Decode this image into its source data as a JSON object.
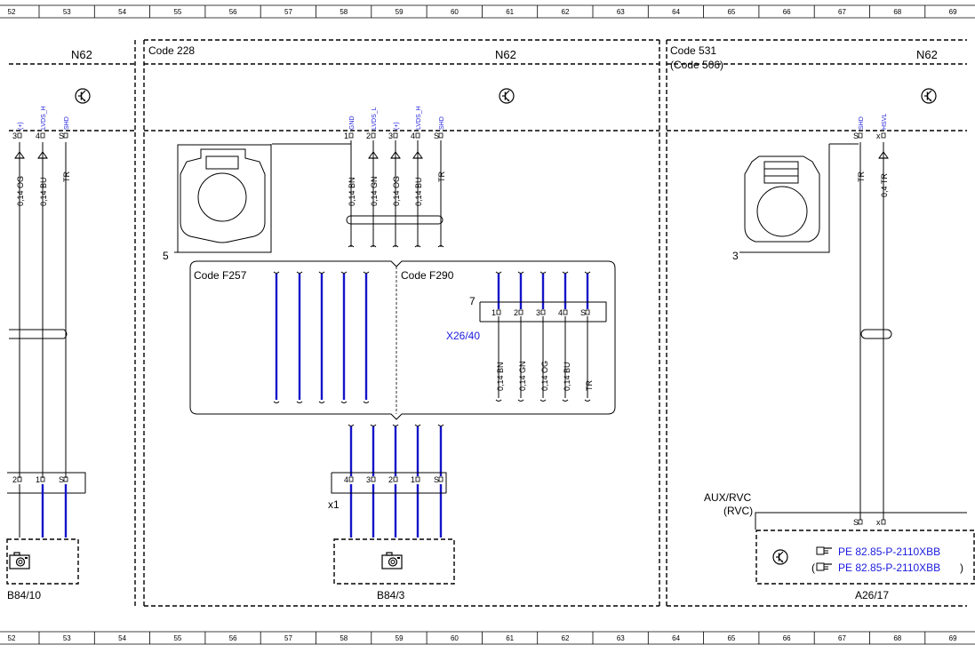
{
  "ruler": {
    "top_numbers": [
      "52",
      "53",
      "54",
      "55",
      "56",
      "57",
      "58",
      "59",
      "60",
      "61",
      "62",
      "63",
      "64",
      "65",
      "66",
      "67",
      "68",
      "69"
    ],
    "bottom_numbers": [
      "52",
      "53",
      "54",
      "55",
      "56",
      "57",
      "58",
      "59",
      "60",
      "61",
      "62",
      "63",
      "64",
      "65",
      "66",
      "67",
      "68",
      "69"
    ]
  },
  "sections": {
    "left": {
      "module": "N62",
      "component": "B84/10",
      "pins": [
        "3",
        "4",
        "S"
      ],
      "signals": [
        "(+)",
        "LVDS_H",
        "SHD"
      ],
      "wires": [
        "0,14 OG",
        "0,14 BU",
        "TR"
      ],
      "bottom_pins": [
        "2",
        "1",
        "S"
      ]
    },
    "middle": {
      "code": "Code 228",
      "module": "N62",
      "connector_number": "5",
      "pins": [
        "1",
        "2",
        "3",
        "4",
        "S"
      ],
      "signals": [
        "GND",
        "LVDS_L",
        "(+)",
        "LVDS_H",
        "SHD"
      ],
      "wires": [
        "0,14 BN",
        "0,14 GN",
        "0,14 OG",
        "0,14 BU",
        "TR"
      ],
      "code_left": "Code F257",
      "code_right": "Code F290",
      "x26_number": "7",
      "x26_label": "X26/40",
      "x26_pins": [
        "1",
        "2",
        "3",
        "4",
        "S"
      ],
      "x26_wires": [
        "0,14 BN",
        "0,14 GN",
        "0,14 OG",
        "0,14 BU",
        "TR"
      ],
      "x1_pins": [
        "4",
        "3",
        "2",
        "1",
        "S"
      ],
      "x1_label": "x1",
      "component": "B84/3"
    },
    "right": {
      "code": "Code 531",
      "code_sub": "(Code 506)",
      "module": "N62",
      "connector_number": "3",
      "pins": [
        "S",
        "x"
      ],
      "signals": [
        "SHD",
        "HSVL"
      ],
      "wires": [
        "TR",
        "0,4 TR"
      ],
      "aux_label": "AUX/RVC",
      "aux_sub": "(RVC)",
      "bottom_pins": [
        "S",
        "x"
      ],
      "refs": [
        "PE 82.85-P-2110XBB",
        "PE 82.85-P-2110XBB"
      ],
      "ref_paren_open": "(",
      "ref_paren_close": ")",
      "component": "A26/17"
    }
  },
  "colors": {
    "blue_wire": "#1414c8",
    "blue_text": "#1a1adc",
    "line": "#000000"
  },
  "icons": [
    "transistor-icon",
    "camera-icon",
    "hand-pointer-icon"
  ]
}
